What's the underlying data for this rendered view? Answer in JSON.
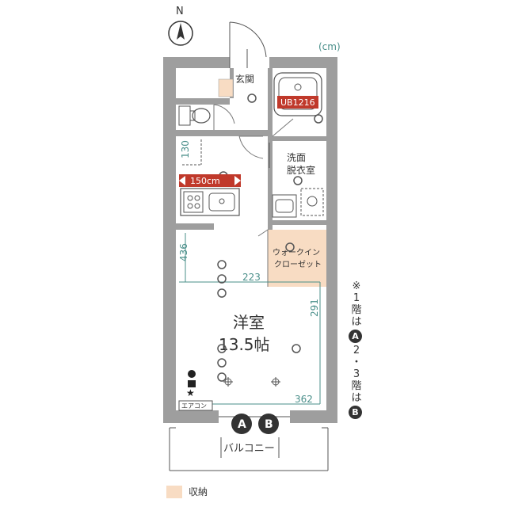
{
  "unit_label": "(cm)",
  "compass_label": "N",
  "rooms": {
    "entrance": "玄関",
    "bath": "UB1216",
    "washroom_line1": "洗面",
    "washroom_line2": "脱衣室",
    "walkin_line1": "ウォークイン",
    "walkin_line2": "クローゼット",
    "western_line1": "洋室",
    "western_line2": "13.5帖",
    "aircon": "エアコン",
    "balcony": "バルコニー"
  },
  "dimensions": {
    "d130": "130",
    "d150": "150cm",
    "d436": "436",
    "d223": "223",
    "d291": "291",
    "d362": "362"
  },
  "markers": {
    "a": "A",
    "b": "B"
  },
  "side_note": {
    "mark": "※",
    "floor1_num": "1",
    "floor1_kai": "階",
    "floor1_ha": "は",
    "floor1_marker": "A",
    "floor23_num1": "2",
    "floor23_dot": "・",
    "floor23_num2": "3",
    "floor23_kai": "階",
    "floor23_ha": "は",
    "floor23_marker": "B"
  },
  "legend": {
    "storage_label": "収納",
    "storage_color": "#f8dcc3"
  },
  "colors": {
    "wall": "#9e9e9e",
    "dimension": "#4a8f8a",
    "bath_label_bg": "#c0392b",
    "storage": "#f8dcc3",
    "text": "#333333"
  }
}
